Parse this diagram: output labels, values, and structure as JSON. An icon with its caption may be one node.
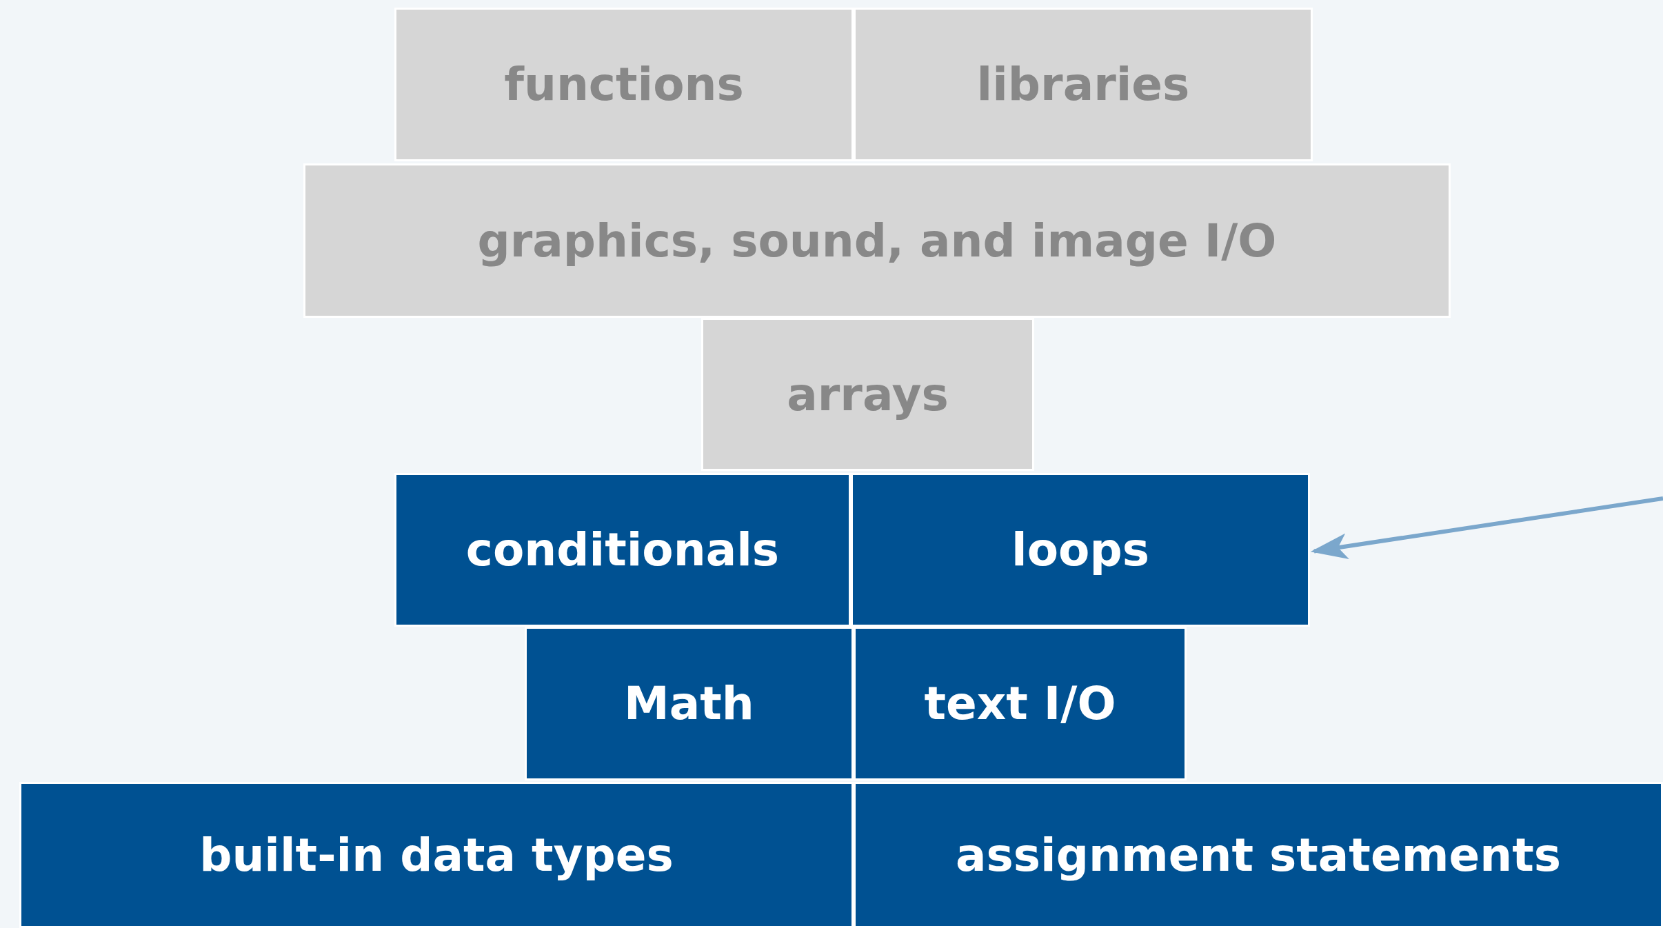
{
  "diagram": {
    "nodes": [
      {
        "text": [
          "functions"
        ]
      },
      {
        "text": [
          "libraries"
        ]
      },
      {
        "text": [
          "graphics, sound, and image I/O"
        ]
      },
      {
        "text": [
          "arrays"
        ]
      },
      {
        "text": [
          "conditionals"
        ]
      },
      {
        "text": [
          "loops"
        ]
      },
      {
        "text": [
          "Math"
        ]
      },
      {
        "text": [
          "text I/O"
        ]
      },
      {
        "text": [
          "built-in data types"
        ]
      },
      {
        "text": [
          "assignment statements"
        ]
      }
    ],
    "edges": [
      {
        "from": null,
        "to": 5,
        "arrow": "to"
      }
    ]
  }
}
